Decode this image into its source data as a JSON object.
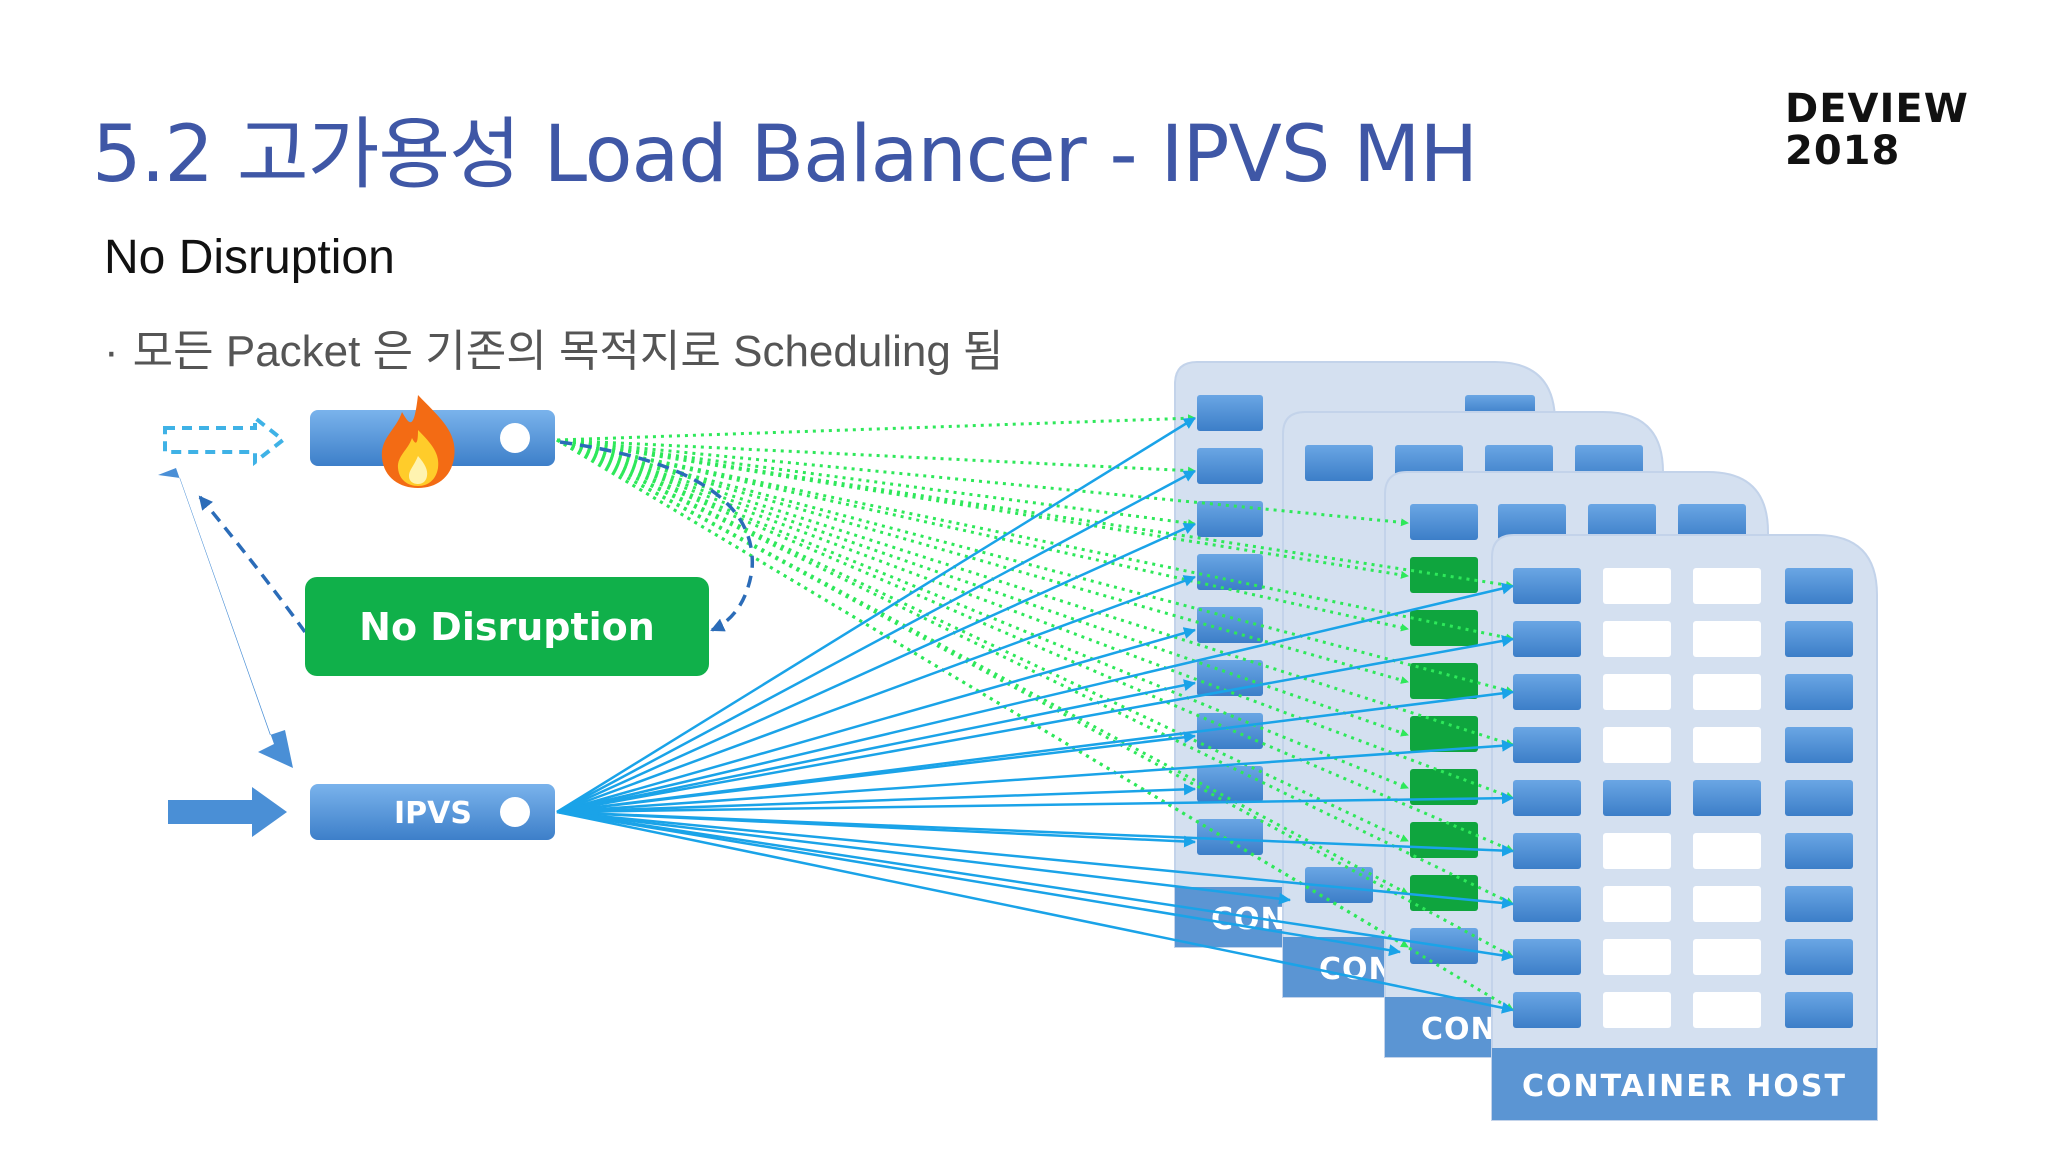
{
  "header": {
    "title": "5.2 고가용성 Load Balancer - IPVS MH",
    "logo_line1": "DEVIEW",
    "logo_line2": "2018"
  },
  "content": {
    "subtitle": "No Disruption",
    "bullet_mark": "·",
    "bullet_text": "모든 Packet 은 기존의 목적지로 Scheduling 됨"
  },
  "diagram": {
    "failed_node_icon": "fire-icon",
    "status_label": "No Disruption",
    "ipvs_label": "IPVS",
    "host_label": "Container Host",
    "host_label_truncated": "Con"
  },
  "colors": {
    "title": "#3f57a6",
    "node_blue": "#4a8fd6",
    "status_green": "#10b04a",
    "host_bg": "#d4e0f0",
    "host_footer": "#5b95d3",
    "green_dotted": "#2ee85a",
    "blue_line": "#1aa3e8",
    "green_block": "#0fa53e"
  }
}
